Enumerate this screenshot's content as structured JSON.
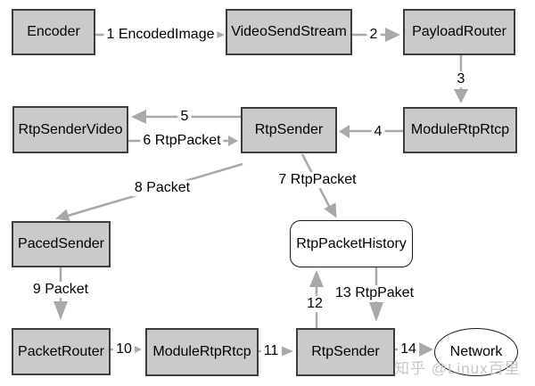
{
  "diagram": {
    "nodes": {
      "encoder": "Encoder",
      "video_send_stream": "VideoSendStream",
      "payload_router": "PayloadRouter",
      "rtp_sender_video": "RtpSenderVideo",
      "rtp_sender_top": "RtpSender",
      "module_rtp_rtcp_top": "ModuleRtpRtcp",
      "paced_sender": "PacedSender",
      "rtp_packet_history": "RtpPacketHistory",
      "packet_router": "PacketRouter",
      "module_rtp_rtcp_bottom": "ModuleRtpRtcp",
      "rtp_sender_bottom": "RtpSender",
      "network": "Network"
    },
    "edges": {
      "e1": "1 EncodedImage",
      "e2": "2",
      "e3": "3",
      "e4": "4",
      "e5": "5",
      "e6": "6 RtpPacket",
      "e7": "7 RtpPacket",
      "e8": "8 Packet",
      "e9": "9 Packet",
      "e10": "10",
      "e11": "11",
      "e12": "12",
      "e13": "13 RtpPaket",
      "e14": "14"
    },
    "watermark": "知乎 @Linux百里",
    "colors": {
      "background": "#ffffff",
      "node_fill": "#cacaca",
      "node_border": "#3d3d3d",
      "arrow": "#a9a9a9",
      "text": "#000000",
      "watermark": "#c7c7c7"
    }
  }
}
